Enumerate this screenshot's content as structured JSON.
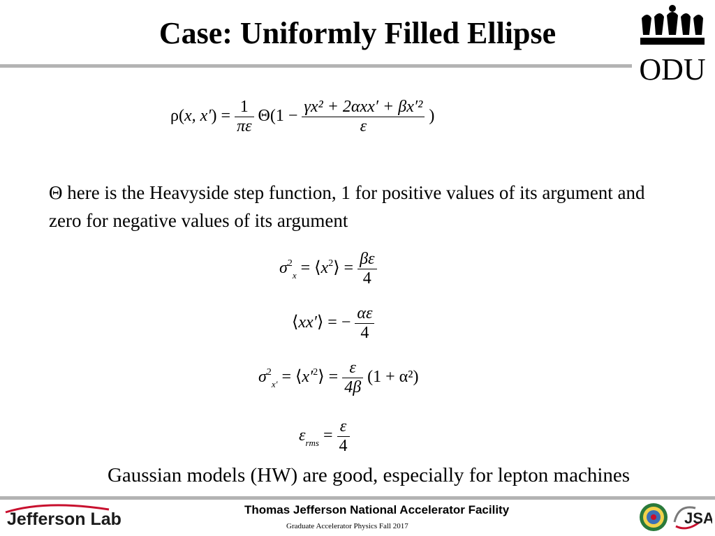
{
  "slide": {
    "title": "Case: Uniformly Filled Ellipse",
    "body": "Θ here is the Heavyside step function, 1 for positive values of its argument and zero for negative values of its argument",
    "bottom_statement": "Gaussian models (HW) are good, especially for lepton machines"
  },
  "equations": {
    "density": {
      "lhs": "x, x′",
      "num": "1",
      "den": "πε",
      "arg_num": "γx² + 2αxx′ + βx′²",
      "arg_den": "ε"
    },
    "sigma_x": {
      "lhs_sup": "2",
      "lhs_sub": "x",
      "middle": "x²",
      "middle_sup": "2",
      "num": "βε",
      "den": "4"
    },
    "xxp": {
      "middle": "xx′",
      "num": "αε",
      "den": "4"
    },
    "sigma_xp": {
      "lhs_sup": "2",
      "lhs_sub": "x′",
      "middle": "x′²",
      "middle_sup": "2",
      "num": "ε",
      "den": "4β",
      "tail": "(1 + α²)",
      "tail_sup": "2"
    },
    "emittance": {
      "sub": "rms",
      "num": "ε",
      "den": "4"
    }
  },
  "footer": {
    "lab": "Jefferson Lab",
    "facility": "Thomas Jefferson National Accelerator Facility",
    "course": "Graduate Accelerator Physics Fall 2017",
    "logo_right": "JSA",
    "logo_odu": "ODU"
  },
  "colors": {
    "rule": "#b3b3b3",
    "jlab_swoosh": "#c8102e",
    "jsa_red": "#c8102e"
  }
}
